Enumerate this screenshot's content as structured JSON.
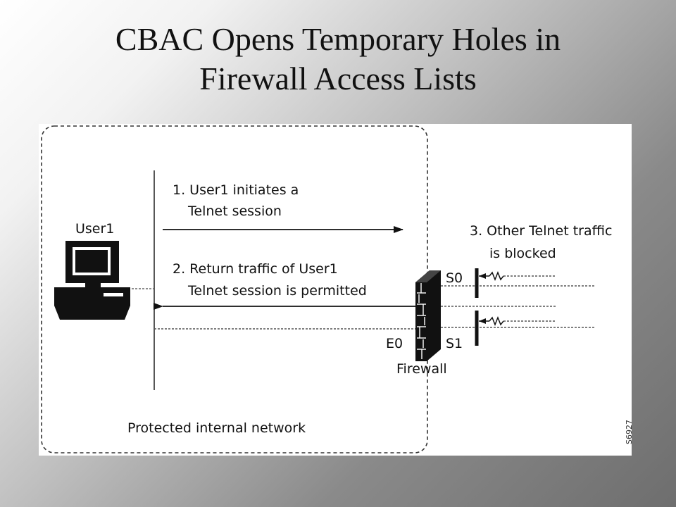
{
  "slide": {
    "title_line1": "CBAC Opens Temporary Holes in",
    "title_line2": "Firewall Access Lists"
  },
  "diagram": {
    "user_label": "User1",
    "step1_line1": "1. User1 initiates a",
    "step1_line2": "Telnet session",
    "step2_line1": "2. Return traffic of User1",
    "step2_line2": "Telnet session is permitted",
    "step3_line1": "3. Other Telnet traffic",
    "step3_line2": "is blocked",
    "interface_s0": "S0",
    "interface_s1": "S1",
    "interface_e0": "E0",
    "firewall_label": "Firewall",
    "network_label": "Protected internal network",
    "figure_id": "S6927"
  }
}
